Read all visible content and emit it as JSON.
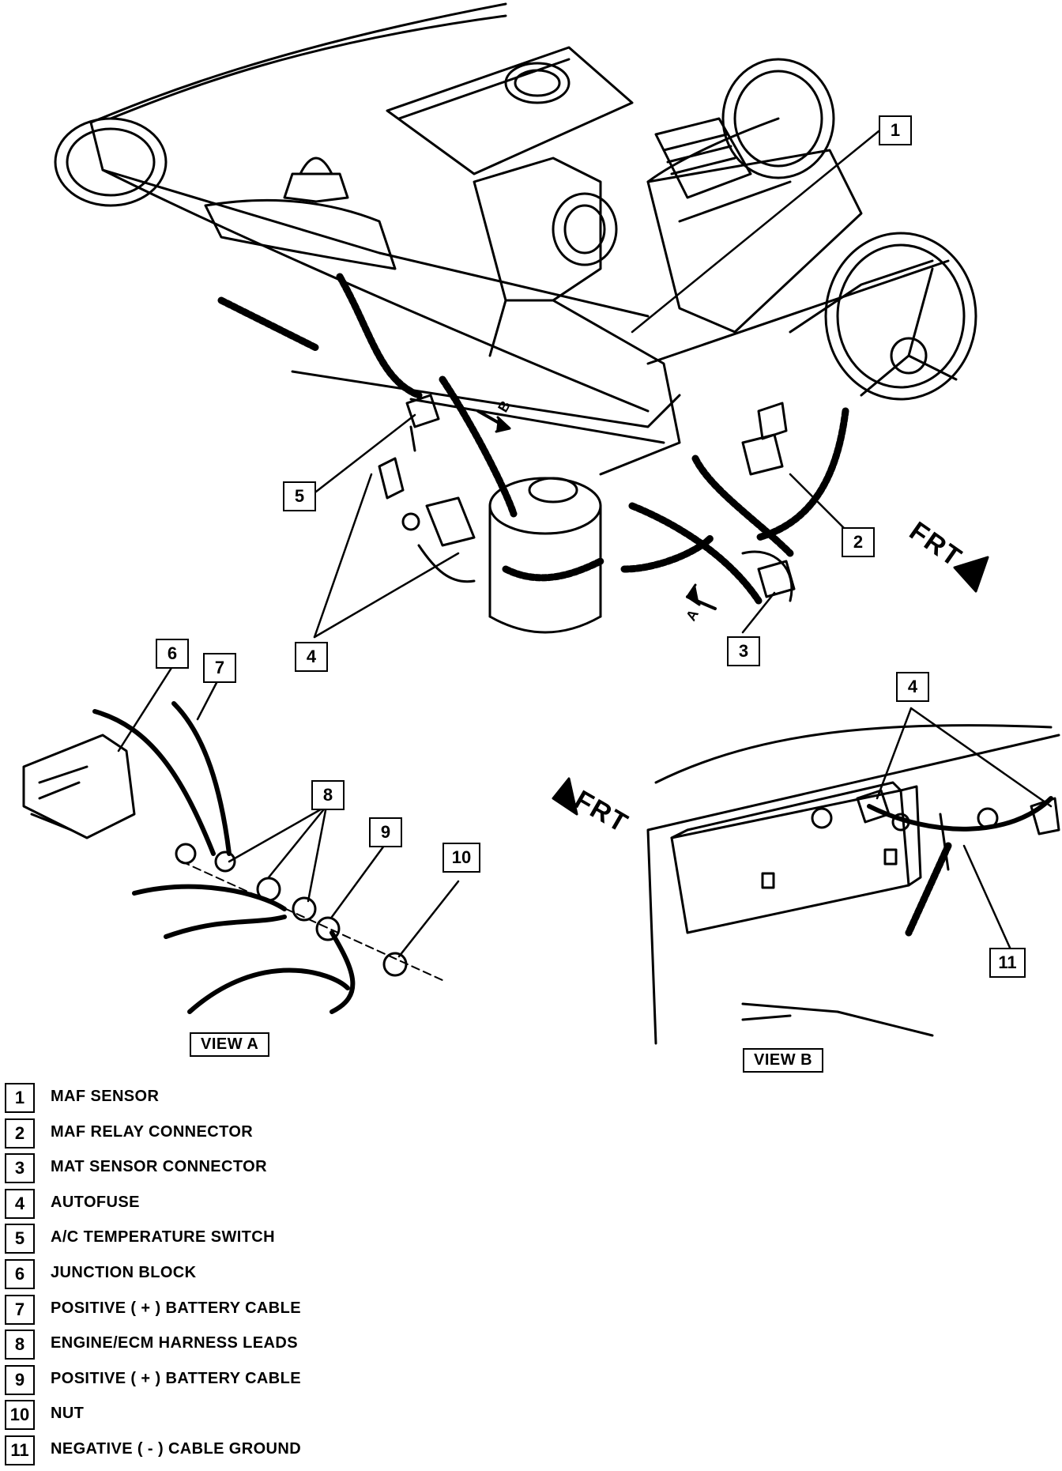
{
  "engine_callouts": [
    "1",
    "2",
    "3",
    "4",
    "5"
  ],
  "view_a_callouts": [
    "6",
    "7",
    "8",
    "9",
    "10"
  ],
  "view_b_callouts": [
    "4",
    "11"
  ],
  "view_arrow_letters": {
    "a": "A",
    "b": "B"
  },
  "frt_label": "FRT",
  "view_a_label": "VIEW A",
  "view_b_label": "VIEW B",
  "legend": [
    {
      "num": "1",
      "text": "MAF SENSOR"
    },
    {
      "num": "2",
      "text": "MAF RELAY CONNECTOR"
    },
    {
      "num": "3",
      "text": "MAT SENSOR CONNECTOR"
    },
    {
      "num": "4",
      "text": "AUTOFUSE"
    },
    {
      "num": "5",
      "text": "A/C TEMPERATURE SWITCH"
    },
    {
      "num": "6",
      "text": "JUNCTION BLOCK"
    },
    {
      "num": "7",
      "text": "POSITIVE ( + ) BATTERY CABLE"
    },
    {
      "num": "8",
      "text": "ENGINE/ECM HARNESS LEADS"
    },
    {
      "num": "9",
      "text": "POSITIVE ( + ) BATTERY CABLE"
    },
    {
      "num": "10",
      "text": "NUT"
    },
    {
      "num": "11",
      "text": "NEGATIVE ( - ) CABLE GROUND"
    }
  ]
}
